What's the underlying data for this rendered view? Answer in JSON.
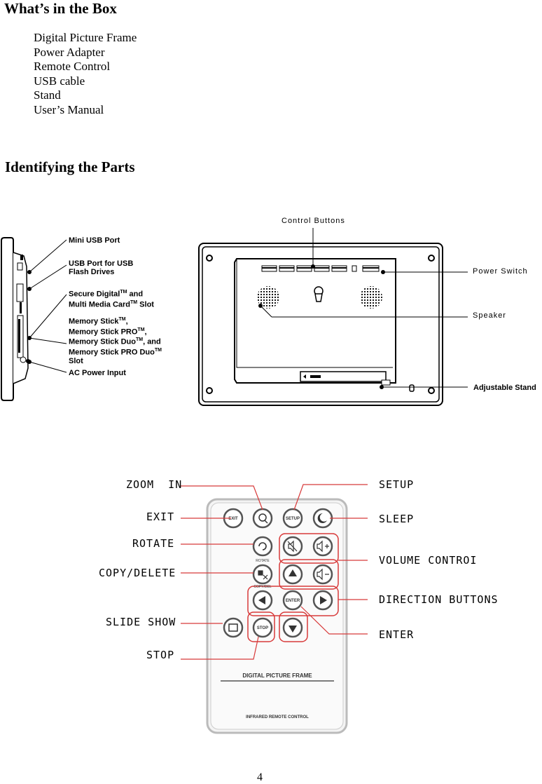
{
  "box": {
    "title": "What’s in the Box",
    "items": [
      "Digital Picture Frame",
      "Power Adapter",
      "Remote Control",
      "USB cable",
      "Stand",
      "User’s Manual"
    ]
  },
  "parts": {
    "title": "Identifying the Parts",
    "side_labels": {
      "mini_usb": "Mini USB Port",
      "usb_l1": "USB Port for USB",
      "usb_l2": "Flash Drives",
      "sd_l1a": "Secure Digital",
      "sd_l1b": " and",
      "sd_l2a": "Multi Media Card",
      "sd_l2b": " Slot",
      "ms_l1": "Memory Stick",
      "ms_l2": "Memory Stick PRO",
      "ms_l3a": "Memory Stick Duo",
      "ms_l3b": ", and",
      "ms_l4": "Memory Stick PRO Duo",
      "ms_l5": "Slot",
      "ac": "AC Power Input",
      "tm": "TM"
    },
    "back_labels": {
      "control_buttons": "Control Buttons",
      "power_switch": "Power Switch",
      "speaker": "Speaker",
      "stand": "Adjustable Stand"
    }
  },
  "remote": {
    "left_labels": [
      "ZOOM  IN",
      "EXIT",
      "ROTATE",
      "COPY/DELETE",
      "SLIDE SHOW",
      "STOP"
    ],
    "right_labels": [
      "SETUP",
      "SLEEP",
      "VOLUME CONTROI",
      "DIRECTION BUTTONS",
      "ENTER"
    ],
    "buttons": {
      "exit": "EXIT",
      "setup": "SETUP",
      "rotate": "ROTATE",
      "enter": "ENTER",
      "stop": "STOP",
      "copydel": "COPY/DEL"
    },
    "brand": "DIGITAL PICTURE FRAME",
    "footer": "INFRARED  REMOTE  CONTROL"
  },
  "page_number": "4"
}
